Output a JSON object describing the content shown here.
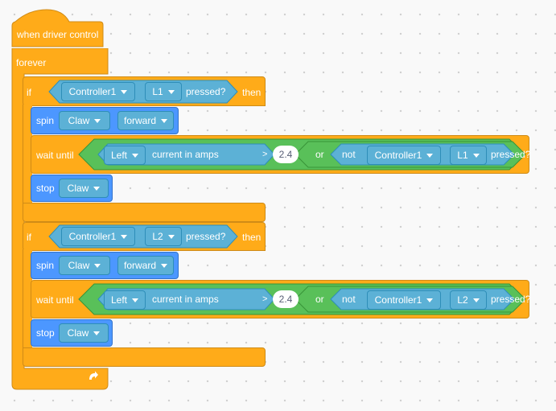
{
  "hat": {
    "label": "when driver control"
  },
  "forever": {
    "label": "forever"
  },
  "blocks": [
    {
      "if_label": "if",
      "then_label": "then",
      "condition": {
        "controller": "Controller1",
        "button": "L1",
        "action": "pressed?"
      },
      "spin": {
        "label": "spin",
        "motor": "Claw",
        "direction": "forward"
      },
      "wait": {
        "label": "wait until",
        "motor": "Left",
        "measure": "current in amps",
        "op": ">",
        "value": "2.4",
        "or_label": "or",
        "not_label": "not",
        "controller": "Controller1",
        "button": "L1",
        "action": "pressed?"
      },
      "stop": {
        "label": "stop",
        "motor": "Claw"
      }
    },
    {
      "if_label": "if",
      "then_label": "then",
      "condition": {
        "controller": "Controller1",
        "button": "L2",
        "action": "pressed?"
      },
      "spin": {
        "label": "spin",
        "motor": "Claw",
        "direction": "forward"
      },
      "wait": {
        "label": "wait until",
        "motor": "Left",
        "measure": "current in amps",
        "op": ">",
        "value": "2.4",
        "or_label": "or",
        "not_label": "not",
        "controller": "Controller1",
        "button": "L2",
        "action": "pressed?"
      },
      "stop": {
        "label": "stop",
        "motor": "Claw"
      }
    }
  ],
  "icons": {
    "loop": "loop-arrow-icon",
    "dropdown": "caret-down-icon"
  },
  "colors": {
    "event": "#ffab19",
    "motion": "#4c97ff",
    "sensing": "#5cb1d6",
    "operator": "#59c059"
  }
}
